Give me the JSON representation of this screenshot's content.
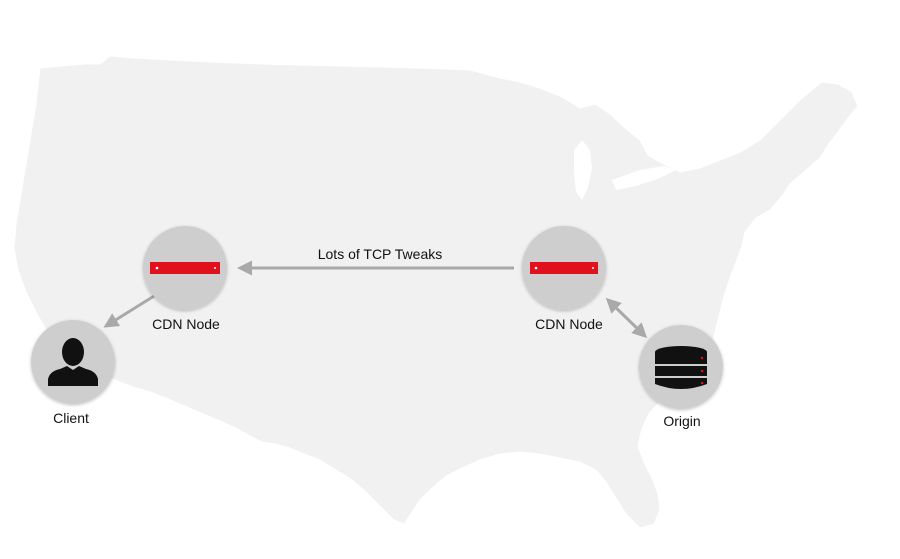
{
  "nodes": {
    "client": {
      "label": "Client",
      "icon": "person-icon"
    },
    "cdn_west": {
      "label": "CDN Node",
      "icon": "server-rack-icon"
    },
    "cdn_east": {
      "label": "CDN Node",
      "icon": "server-rack-icon"
    },
    "origin": {
      "label": "Origin",
      "icon": "database-icon"
    }
  },
  "links": {
    "east_to_west": {
      "label": "Lots of TCP Tweaks"
    }
  },
  "colors": {
    "map_fill": "#f1f1f1",
    "node_circle": "#cecece",
    "arrow": "#a9a9a9",
    "server_red": "#e0101c",
    "icon_dark": "#111111"
  }
}
